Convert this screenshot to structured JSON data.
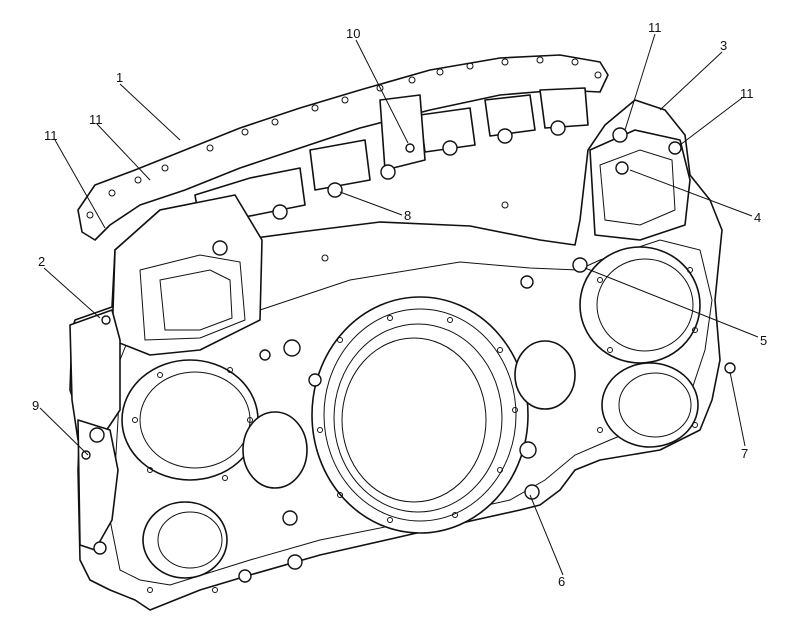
{
  "diagram": {
    "callouts": [
      {
        "id": "c1",
        "label": "1"
      },
      {
        "id": "c2",
        "label": "2"
      },
      {
        "id": "c3",
        "label": "3"
      },
      {
        "id": "c4",
        "label": "4"
      },
      {
        "id": "c5",
        "label": "5"
      },
      {
        "id": "c6",
        "label": "6"
      },
      {
        "id": "c7",
        "label": "7"
      },
      {
        "id": "c8",
        "label": "8"
      },
      {
        "id": "c9",
        "label": "9"
      },
      {
        "id": "c10",
        "label": "10"
      },
      {
        "id": "c11a",
        "label": "11"
      },
      {
        "id": "c11b",
        "label": "11"
      },
      {
        "id": "c11c",
        "label": "11"
      },
      {
        "id": "c11d",
        "label": "11"
      }
    ]
  }
}
